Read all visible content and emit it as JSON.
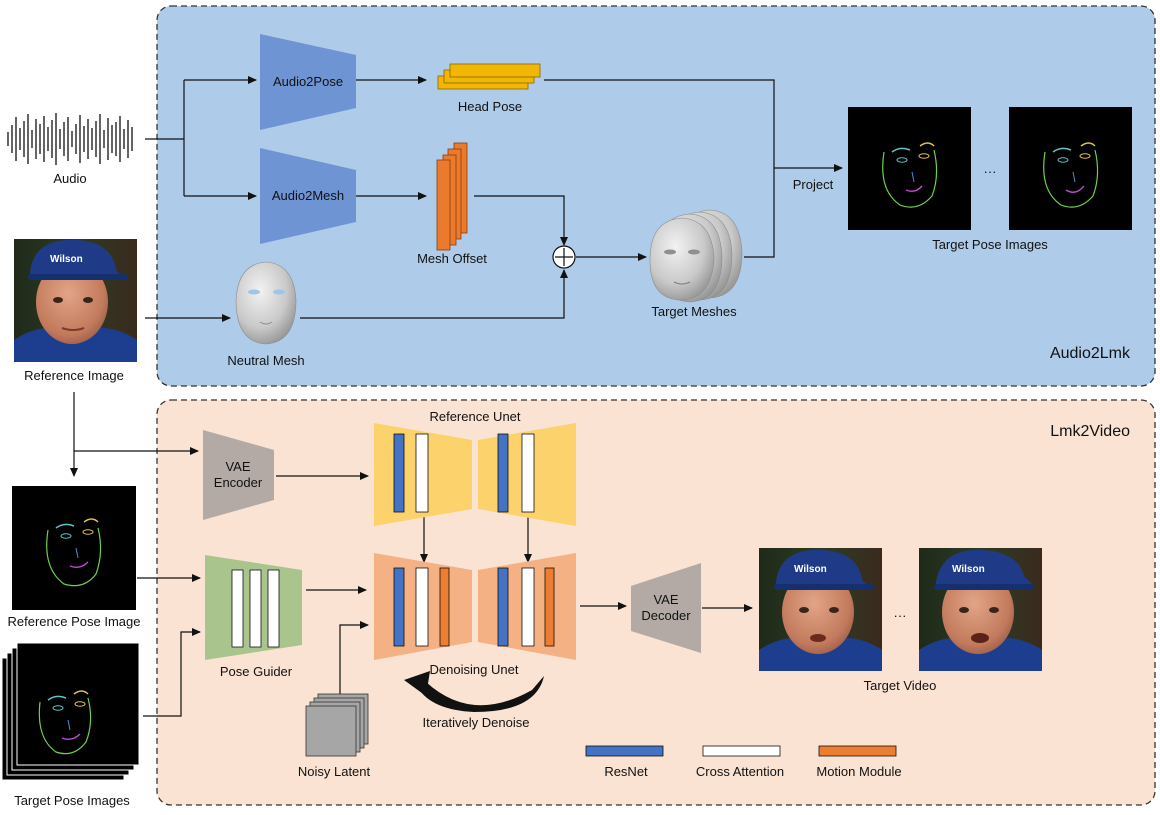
{
  "panels": {
    "top": {
      "title": "Audio2Lmk",
      "fill": "#aecbea",
      "stroke": "#333333"
    },
    "bottom": {
      "title": "Lmk2Video",
      "fill": "#fae3d3",
      "stroke": "#333333"
    }
  },
  "top": {
    "audio_label": "Audio",
    "audio2pose_label": "Audio2Pose",
    "audio2mesh_label": "Audio2Mesh",
    "head_pose_label": "Head Pose",
    "mesh_offset_label": "Mesh Offset",
    "neutral_mesh_label": "Neutral Mesh",
    "target_meshes_label": "Target Meshes",
    "project_label": "Project",
    "target_pose_images_label": "Target Pose Images",
    "ellipsis": "···"
  },
  "left": {
    "reference_image_label": "Reference Image",
    "reference_pose_label": "Reference Pose Image",
    "target_pose_label": "Target Pose Images"
  },
  "bottom": {
    "vae_encoder_line1": "VAE",
    "vae_encoder_line2": "Encoder",
    "reference_unet_label": "Reference Unet",
    "pose_guider_label": "Pose Guider",
    "denoising_unet_label": "Denoising Unet",
    "iteratively_denoise_label": "Iteratively Denoise",
    "noisy_latent_label": "Noisy Latent",
    "vae_decoder_line1": "VAE",
    "vae_decoder_line2": "Decoder",
    "target_video_label": "Target Video",
    "ellipsis": "···"
  },
  "legend": {
    "resnet": "ResNet",
    "cross_attention": "Cross Attention",
    "motion_module": "Motion Module"
  },
  "colors": {
    "model_block": "#6f94d4",
    "head_pose": "#f2b705",
    "mesh_offset": "#ec7a2c",
    "reference_unet": "#fbd26b",
    "denoising_unet": "#f4b183",
    "vae": "#b3aaa5",
    "pose_guider": "#a9c58d",
    "resnet": "#4472c4",
    "cross_attention": "#ffffff",
    "motion_module": "#ed7d31",
    "noisy_latent": "#a6a6a6"
  }
}
